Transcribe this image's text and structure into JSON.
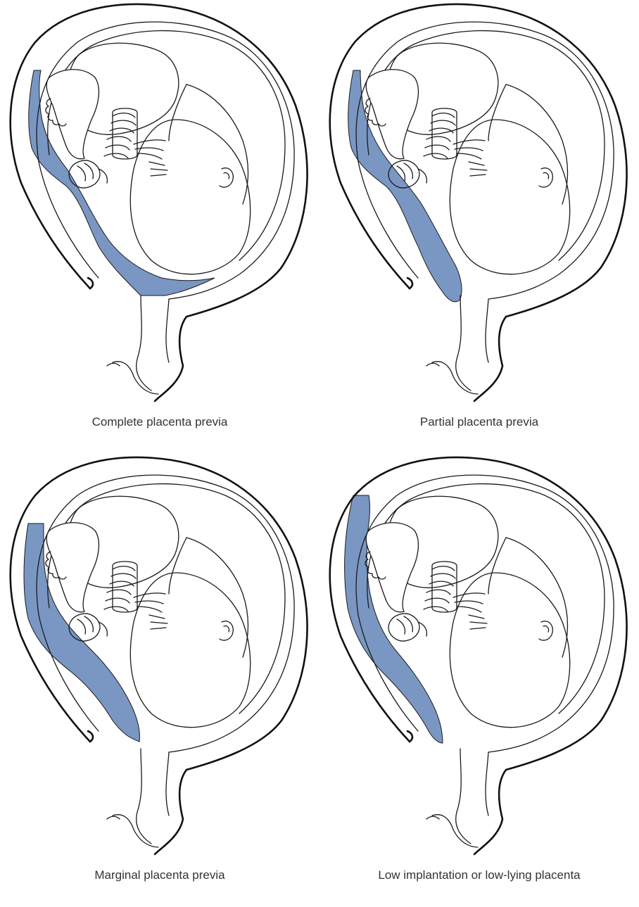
{
  "colors": {
    "placenta": "#7a97c4",
    "outline": "#1a1a1a",
    "background": "#ffffff"
  },
  "panels": [
    {
      "caption": "Complete placenta previa"
    },
    {
      "caption": "Partial placenta previa"
    },
    {
      "caption": "Marginal placenta previa"
    },
    {
      "caption": "Low implantation or low-lying placenta"
    }
  ]
}
